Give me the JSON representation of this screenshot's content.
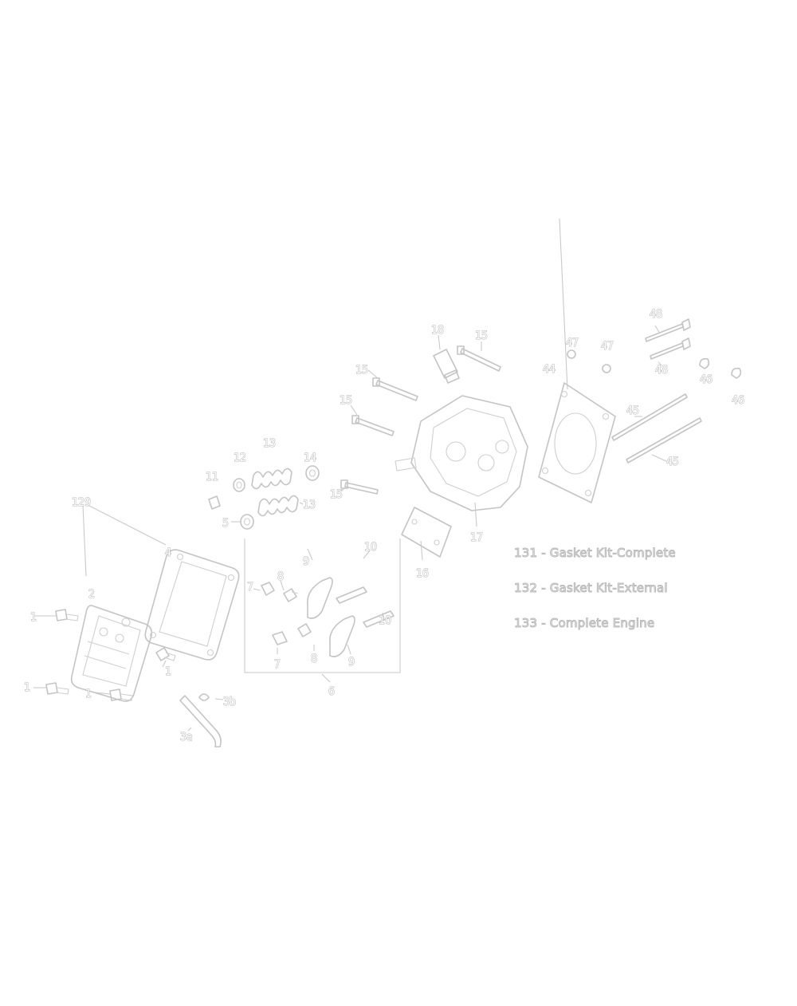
{
  "labels": {
    "l129": "129",
    "l4": "4",
    "l2": "2",
    "l1a": "1",
    "l1b": "1",
    "l1c": "1",
    "l1d": "1",
    "l11": "11",
    "l12": "12",
    "l13a": "13",
    "l13b": "13",
    "l14": "14",
    "l5": "5",
    "l7a": "7",
    "l7b": "7",
    "l8a": "8",
    "l8b": "8",
    "l9a": "9",
    "l9b": "9",
    "l10a": "10",
    "l10b": "10",
    "l6": "6",
    "l3a": "3a",
    "l3b": "3b",
    "l15a": "15",
    "l15b": "15",
    "l15c": "15",
    "l15d": "15",
    "l16": "16",
    "l17": "17",
    "l18": "18",
    "l44": "44",
    "l45a": "45",
    "l45b": "45",
    "l46a": "46",
    "l46b": "46",
    "l47a": "47",
    "l47b": "47",
    "l48a": "48",
    "l48b": "48"
  },
  "legend": {
    "item_131": "131 - Gasket Kit-Complete",
    "item_132": "132 - Gasket Kit-External",
    "item_133": "133 - Complete Engine"
  }
}
